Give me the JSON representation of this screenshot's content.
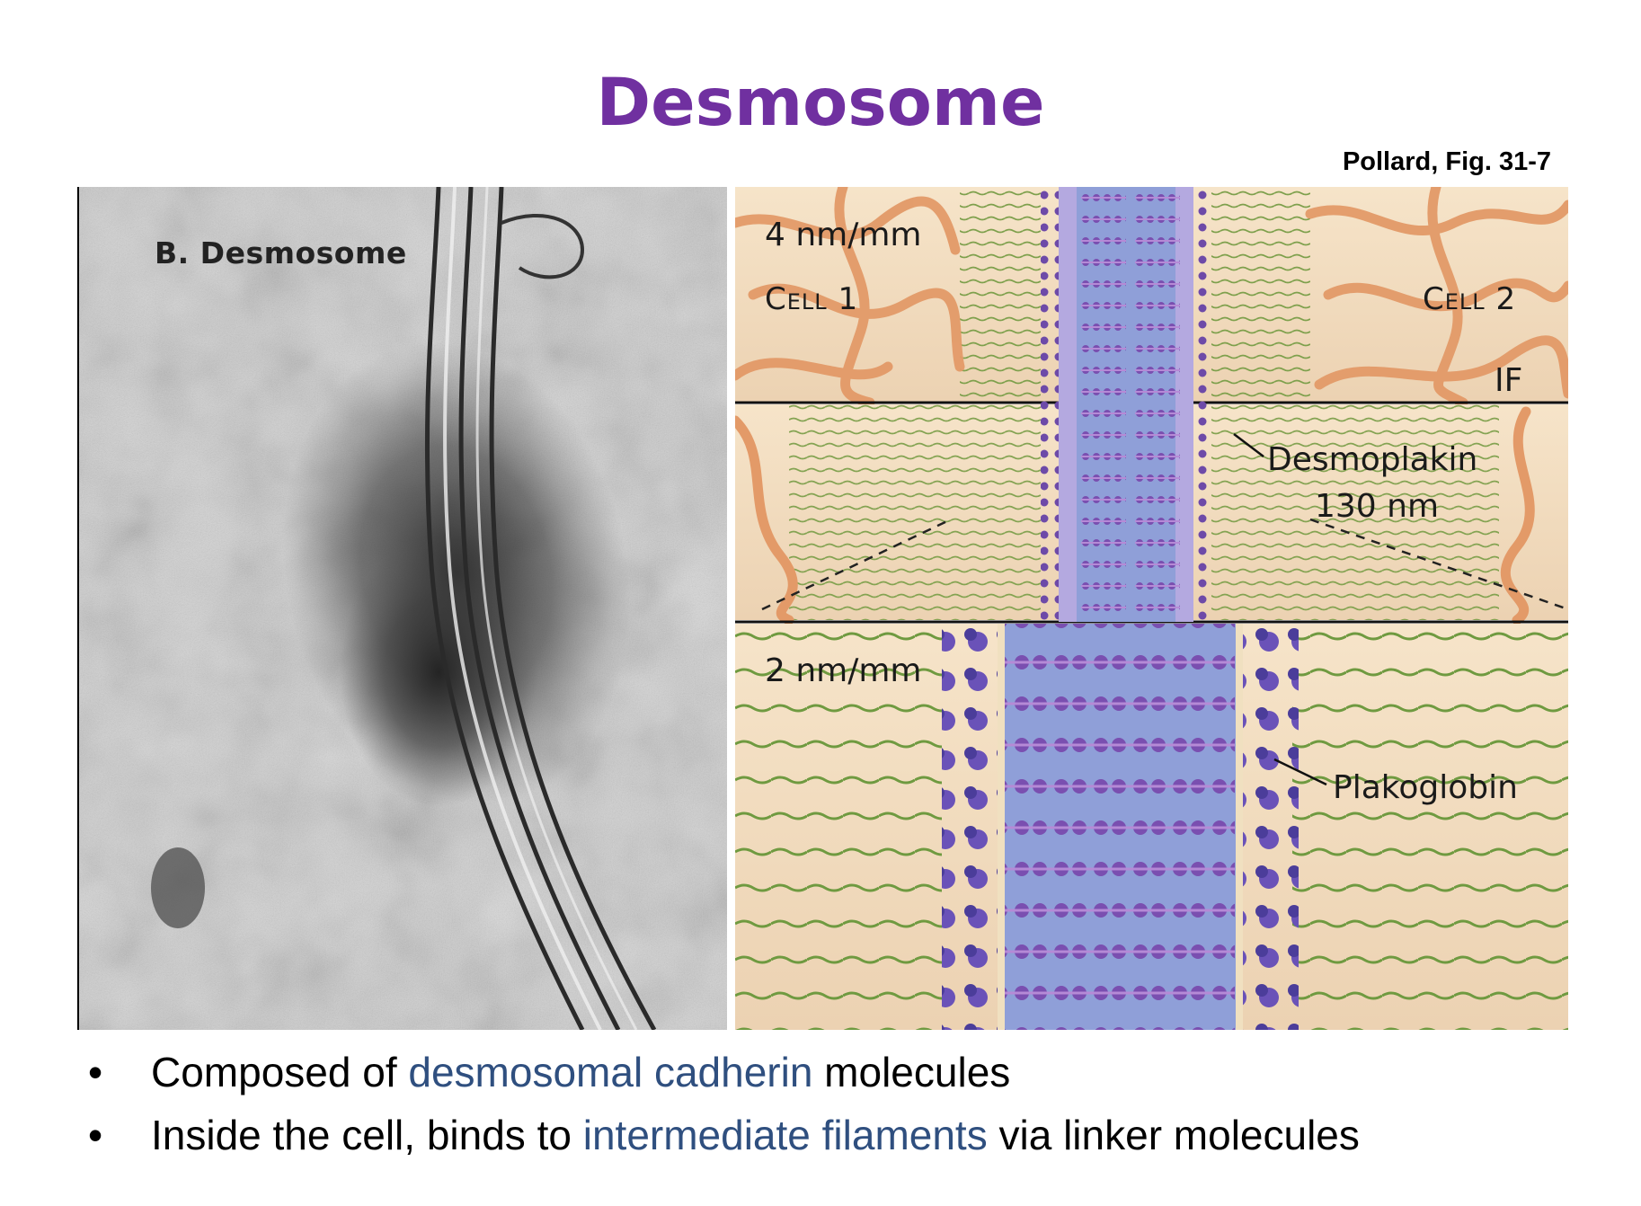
{
  "title": "Desmosome",
  "citation": "Pollard, Fig. 31-7",
  "colors": {
    "title": "#7030a0",
    "highlight": "#2f4f7f",
    "cytoplasm": "#f3ddc0",
    "intermediate_filament": "#e39a68",
    "desmoplakin": "#7ea04c",
    "cadherin_core": "#8f9fd8",
    "plaque": "#6d4aa8"
  },
  "micrograph": {
    "label": "B. Desmosome"
  },
  "diagram": {
    "scale_top": "4 nm/mm",
    "cell1_label": "Cell 1",
    "cell2_label": "Cell 2",
    "if_label": "IF",
    "desmoplakin_label": "Desmoplakin",
    "desmoplakin_length": "130 nm",
    "scale_bottom": "2 nm/mm",
    "plakoglobin_label": "Plakoglobin"
  },
  "bullets": [
    {
      "before": "Composed of ",
      "highlight": "desmosomal cadherin",
      "after": " molecules"
    },
    {
      "before": "Inside the cell, binds to ",
      "highlight": "intermediate filaments",
      "after": " via linker  molecules"
    }
  ],
  "bullet_symbol": "•"
}
